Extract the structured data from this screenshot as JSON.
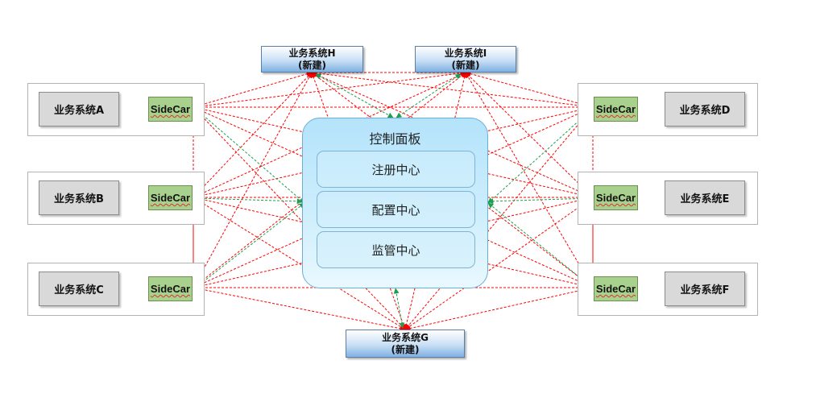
{
  "systems": {
    "A": {
      "label": "业务系统A"
    },
    "B": {
      "label": "业务系统B"
    },
    "C": {
      "label": "业务系统C"
    },
    "D": {
      "label": "业务系统D"
    },
    "E": {
      "label": "业务系统E"
    },
    "F": {
      "label": "业务系统F"
    }
  },
  "sidecar_label": "SideCar",
  "new_systems": {
    "H": {
      "label": "业务系统H",
      "note": "(新建)"
    },
    "I": {
      "label": "业务系统I",
      "note": "(新建)"
    },
    "G": {
      "label": "业务系统G",
      "note": "(新建)"
    }
  },
  "control_plane": {
    "title": "控制面板",
    "registry": "注册中心",
    "config": "配置中心",
    "monitor": "监管中心"
  },
  "colors": {
    "mesh_line": "#ff0000",
    "control_line": "#1e9e50",
    "system_link": "#4472c4",
    "new_system_header": "#7fb1e3"
  }
}
